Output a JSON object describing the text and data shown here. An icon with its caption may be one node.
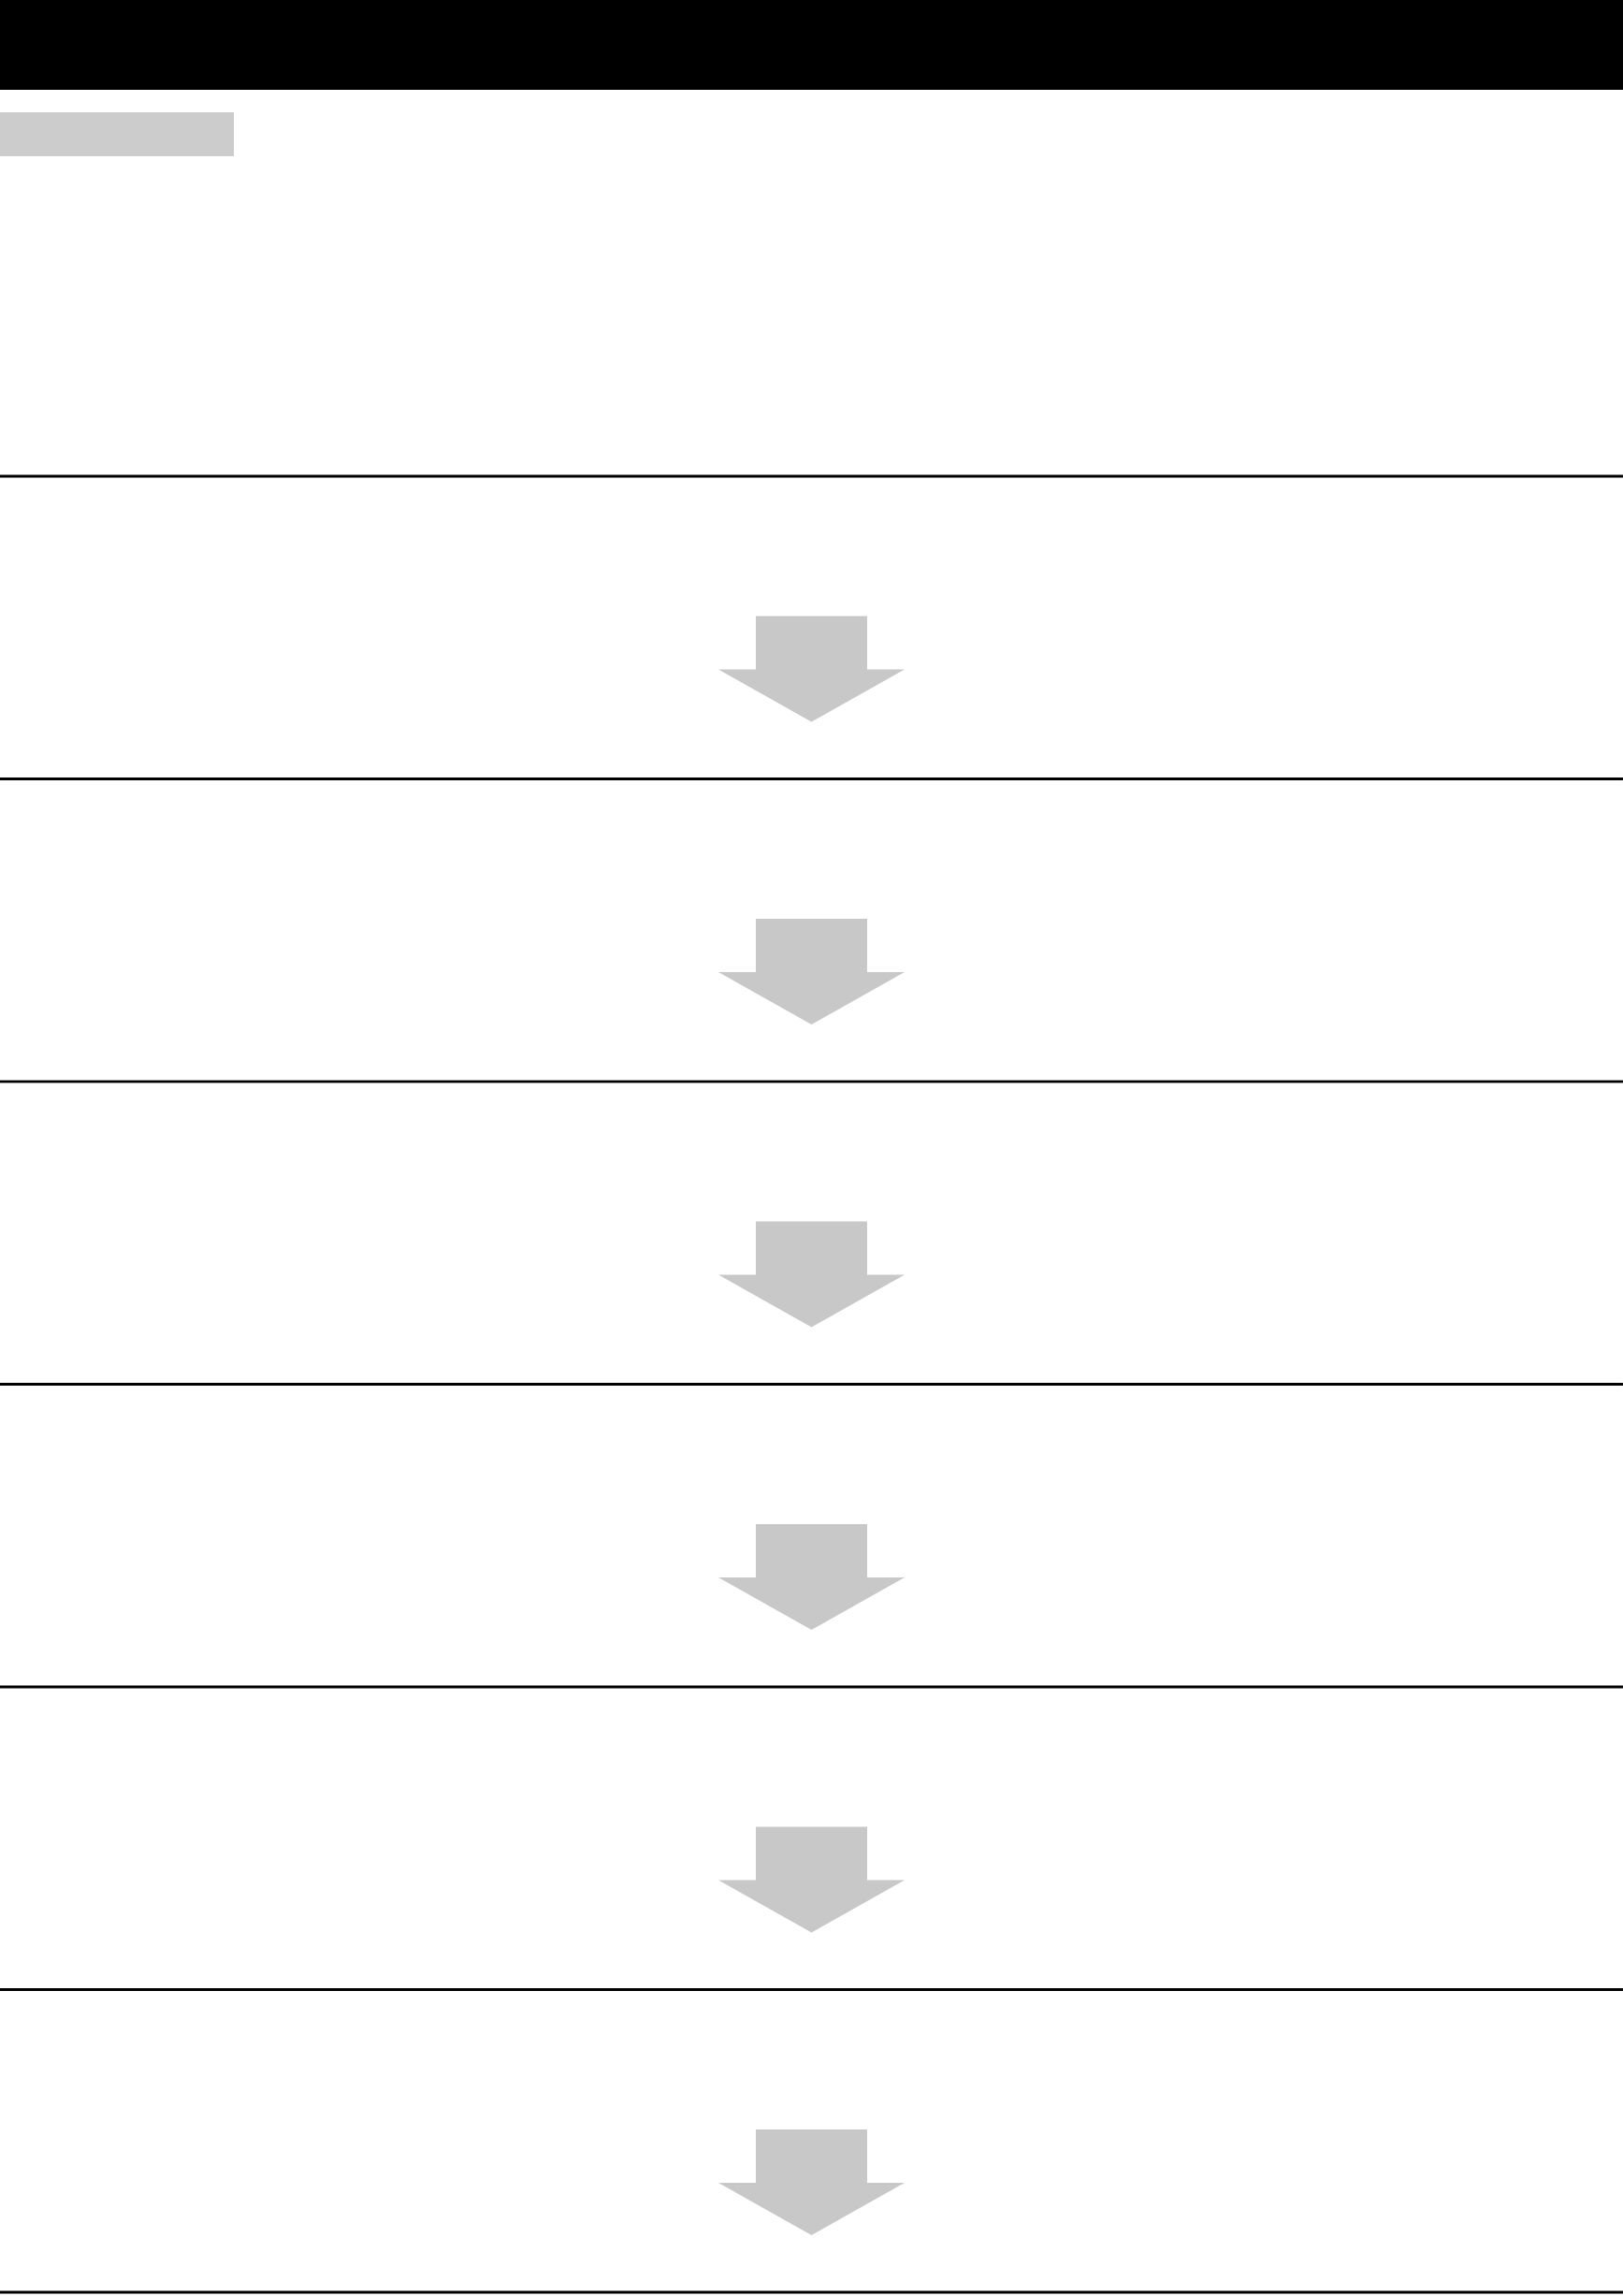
{
  "diagram": {
    "nodes": [
      {
        "text": [],
        "shape": "bar"
      },
      {
        "text": [],
        "shape": "box"
      },
      {
        "text": [],
        "shape": "band"
      },
      {
        "text": [],
        "shape": "band"
      },
      {
        "text": [],
        "shape": "band"
      },
      {
        "text": [],
        "shape": "band"
      },
      {
        "text": [],
        "shape": "band"
      },
      {
        "text": [],
        "shape": "band"
      },
      {
        "text": [],
        "shape": "band"
      }
    ],
    "edges": [
      {
        "from": 2,
        "to": 3,
        "arrow": "to"
      },
      {
        "from": 3,
        "to": 4,
        "arrow": "to"
      },
      {
        "from": 4,
        "to": 5,
        "arrow": "to"
      },
      {
        "from": 5,
        "to": 6,
        "arrow": "to"
      },
      {
        "from": 6,
        "to": 7,
        "arrow": "to"
      },
      {
        "from": 7,
        "to": 8,
        "arrow": "to"
      }
    ]
  }
}
